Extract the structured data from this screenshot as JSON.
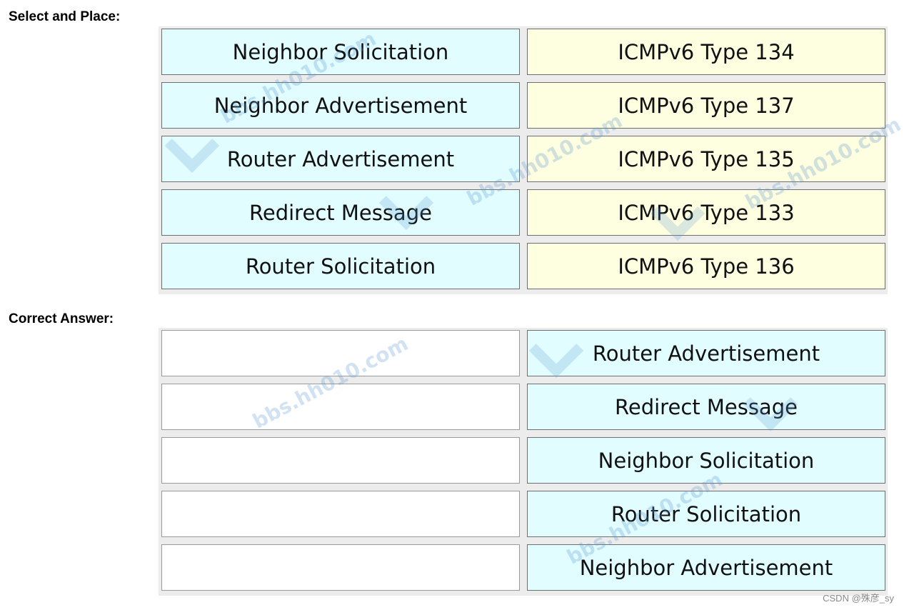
{
  "select_section": {
    "label": "Select and Place:",
    "left_items": [
      "Neighbor Solicitation",
      "Neighbor Advertisement",
      "Router Advertisement",
      "Redirect Message",
      "Router Solicitation"
    ],
    "right_items": [
      "ICMPv6 Type 134",
      "ICMPv6 Type 137",
      "ICMPv6 Type 135",
      "ICMPv6 Type 133",
      "ICMPv6 Type 136"
    ]
  },
  "answer_section": {
    "label": "Correct Answer:",
    "right_items": [
      "Router Advertisement",
      "Redirect Message",
      "Neighbor Solicitation",
      "Router Solicitation",
      "Neighbor Advertisement"
    ]
  },
  "watermark": {
    "text": "bbs.hh010.com"
  },
  "credit": "CSDN @殊彦_sy",
  "colors": {
    "source_cell": "#e1fdff",
    "target_cell": "#fefee0",
    "panel": "#ececec"
  }
}
